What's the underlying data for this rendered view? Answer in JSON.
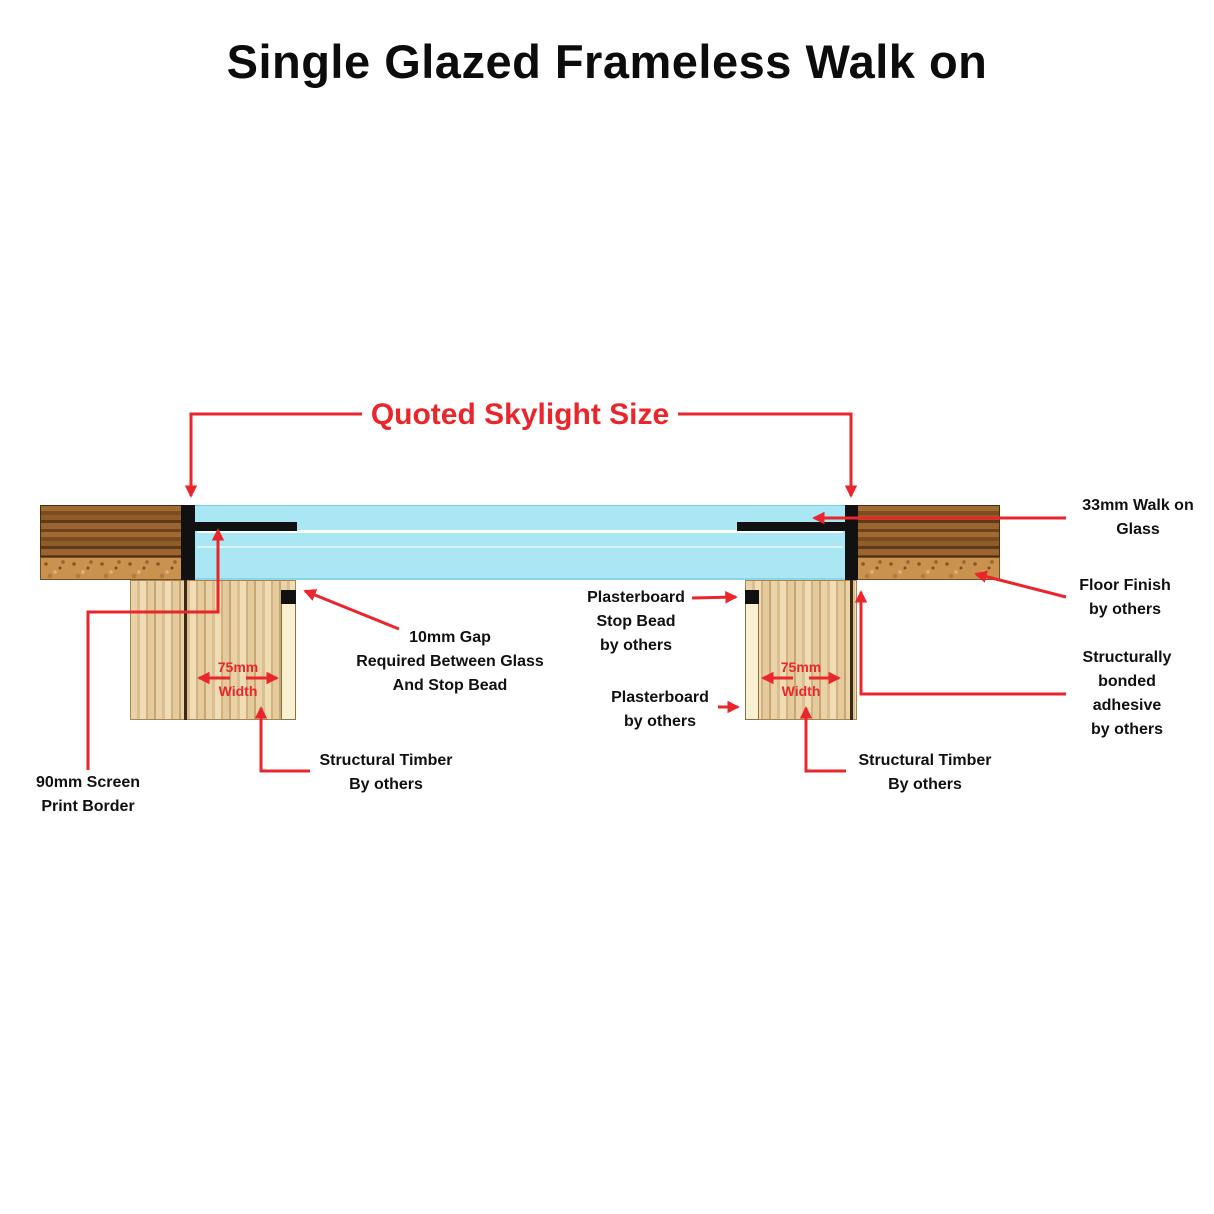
{
  "title": "Single Glazed Frameless Walk on",
  "quoted_size_label": "Quoted Skylight Size",
  "dim": {
    "width_label": "75mm\nWidth"
  },
  "labels": {
    "walk_on_glass": "33mm Walk on\nGlass",
    "floor_finish": "Floor Finish\nby others",
    "adhesive": "Structurally\nbonded\nadhesive\nby others",
    "stop_bead": "Plasterboard\nStop Bead\nby others",
    "plasterboard": "Plasterboard\nby others",
    "gap": "10mm Gap\nRequired Between Glass\nAnd Stop Bead",
    "structural_timber": "Structural Timber\nBy others",
    "screen_print": "90mm Screen\nPrint Border"
  },
  "colors": {
    "accent_red": "#E8262B",
    "glass_cyan": "#A9E7F4",
    "floor_wood_brown": "#7C4C1F",
    "cork_tan": "#C9924F",
    "timber_light": "#E9D2A7",
    "plasterboard_cream": "#F9F0D2",
    "detail_black": "#111111"
  }
}
